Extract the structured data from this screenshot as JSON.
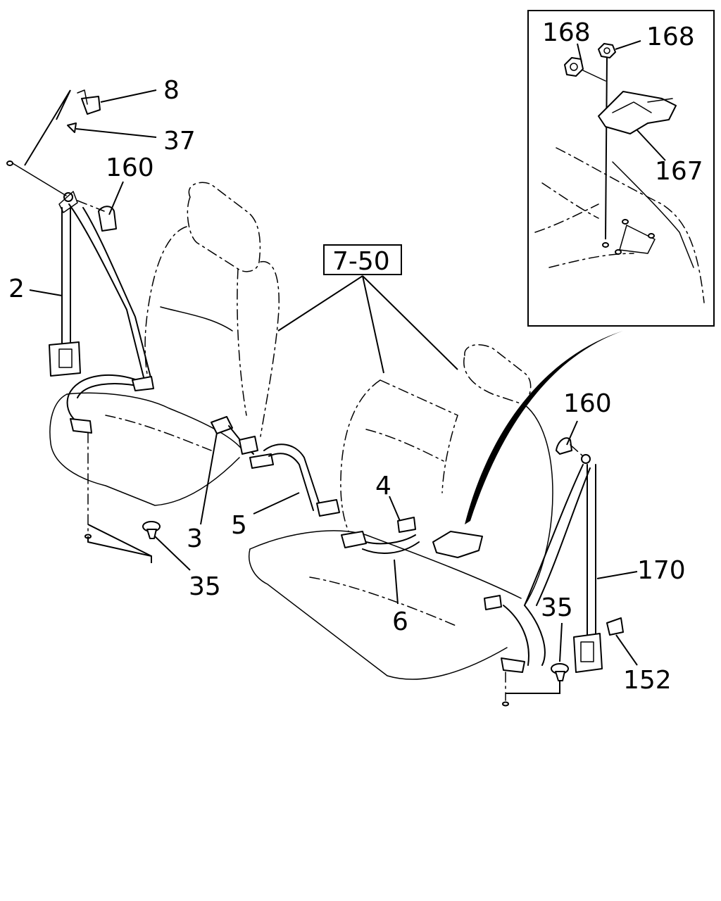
{
  "callouts": {
    "c8": "8",
    "c37": "37",
    "c160_left": "160",
    "c2": "2",
    "c7_50": "7-50",
    "c3": "3",
    "c5": "5",
    "c4": "4",
    "c6": "6",
    "c35_left": "35",
    "c35_right": "35",
    "c160_right": "160",
    "c170": "170",
    "c152": "152",
    "c168_a": "168",
    "c168_b": "168",
    "c167": "167"
  }
}
